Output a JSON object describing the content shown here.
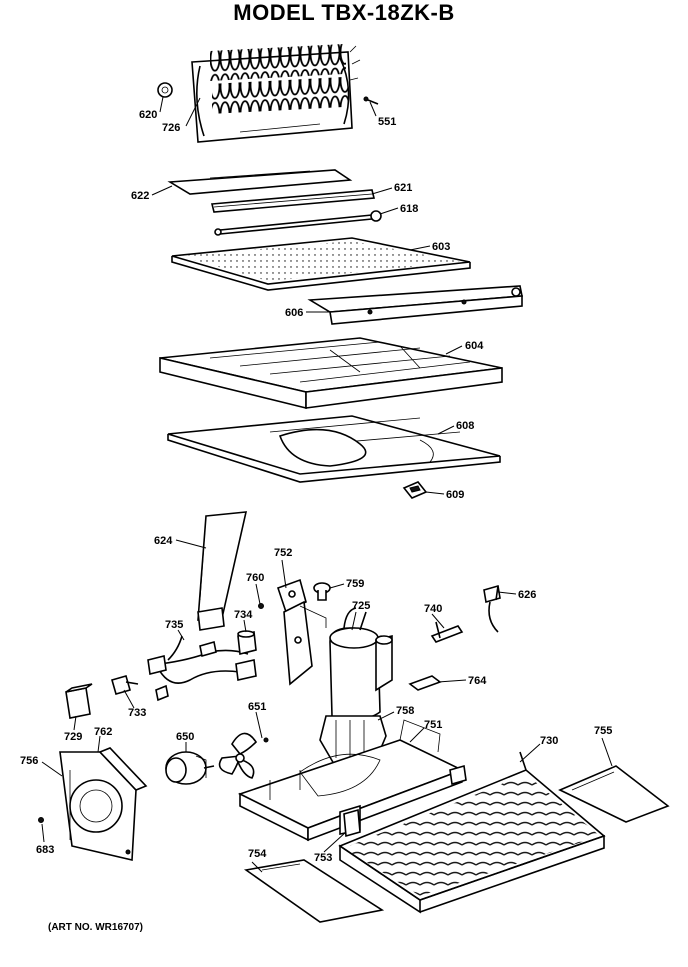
{
  "title": "MODEL TBX-18ZK-B",
  "art_number": "(ART NO. WR16707)",
  "parts": [
    {
      "id": "p620",
      "number": "620"
    },
    {
      "id": "p726",
      "number": "726"
    },
    {
      "id": "p551",
      "number": "551"
    },
    {
      "id": "p622",
      "number": "622"
    },
    {
      "id": "p621",
      "number": "621"
    },
    {
      "id": "p618",
      "number": "618"
    },
    {
      "id": "p603",
      "number": "603"
    },
    {
      "id": "p606",
      "number": "606"
    },
    {
      "id": "p604",
      "number": "604"
    },
    {
      "id": "p608",
      "number": "608"
    },
    {
      "id": "p609",
      "number": "609"
    },
    {
      "id": "p624",
      "number": "624"
    },
    {
      "id": "p752",
      "number": "752"
    },
    {
      "id": "p760",
      "number": "760"
    },
    {
      "id": "p759",
      "number": "759"
    },
    {
      "id": "p725",
      "number": "725"
    },
    {
      "id": "p740",
      "number": "740"
    },
    {
      "id": "p626",
      "number": "626"
    },
    {
      "id": "p735",
      "number": "735"
    },
    {
      "id": "p734",
      "number": "734"
    },
    {
      "id": "p764",
      "number": "764"
    },
    {
      "id": "p733",
      "number": "733"
    },
    {
      "id": "p651",
      "number": "651"
    },
    {
      "id": "p758",
      "number": "758"
    },
    {
      "id": "p751",
      "number": "751"
    },
    {
      "id": "p729",
      "number": "729"
    },
    {
      "id": "p762",
      "number": "762"
    },
    {
      "id": "p650",
      "number": "650"
    },
    {
      "id": "p730",
      "number": "730"
    },
    {
      "id": "p755",
      "number": "755"
    },
    {
      "id": "p756",
      "number": "756"
    },
    {
      "id": "p683",
      "number": "683"
    },
    {
      "id": "p754",
      "number": "754"
    },
    {
      "id": "p753",
      "number": "753"
    }
  ]
}
